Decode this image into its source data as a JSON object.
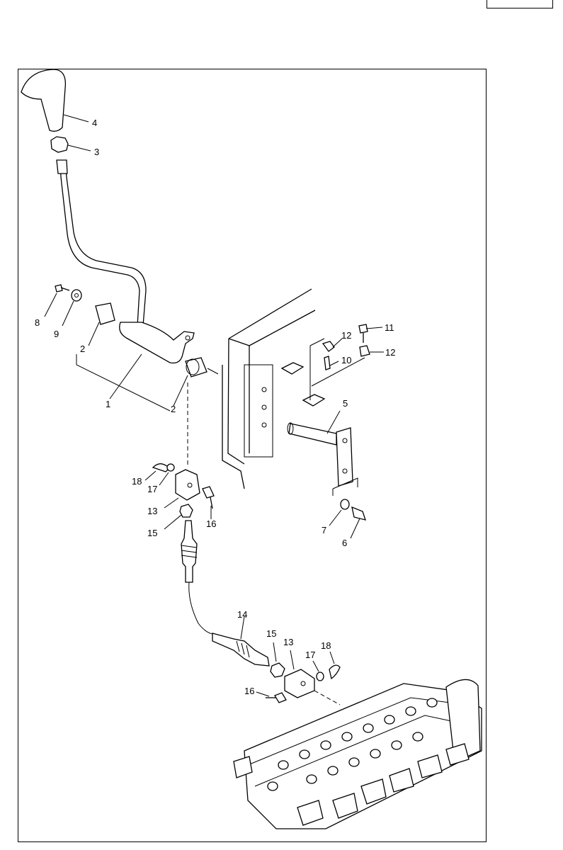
{
  "diagram": {
    "callouts": [
      {
        "id": "c4a",
        "label": "4"
      },
      {
        "id": "c3",
        "label": "3"
      },
      {
        "id": "c8",
        "label": "8"
      },
      {
        "id": "c9",
        "label": "9"
      },
      {
        "id": "c2a",
        "label": "2"
      },
      {
        "id": "c1",
        "label": "1"
      },
      {
        "id": "c2b",
        "label": "2"
      },
      {
        "id": "c11",
        "label": "11"
      },
      {
        "id": "c12a",
        "label": "12"
      },
      {
        "id": "c12b",
        "label": "12"
      },
      {
        "id": "c10",
        "label": "10"
      },
      {
        "id": "c5",
        "label": "5"
      },
      {
        "id": "c18a",
        "label": "18"
      },
      {
        "id": "c17a",
        "label": "17"
      },
      {
        "id": "c13a",
        "label": "13"
      },
      {
        "id": "c16a",
        "label": "16"
      },
      {
        "id": "c15a",
        "label": "15"
      },
      {
        "id": "c7",
        "label": "7"
      },
      {
        "id": "c6",
        "label": "6"
      },
      {
        "id": "c14",
        "label": "14"
      },
      {
        "id": "c15b",
        "label": "15"
      },
      {
        "id": "c13b",
        "label": "13"
      },
      {
        "id": "c17b",
        "label": "17"
      },
      {
        "id": "c18b",
        "label": "18"
      },
      {
        "id": "c16b",
        "label": "16"
      }
    ]
  }
}
